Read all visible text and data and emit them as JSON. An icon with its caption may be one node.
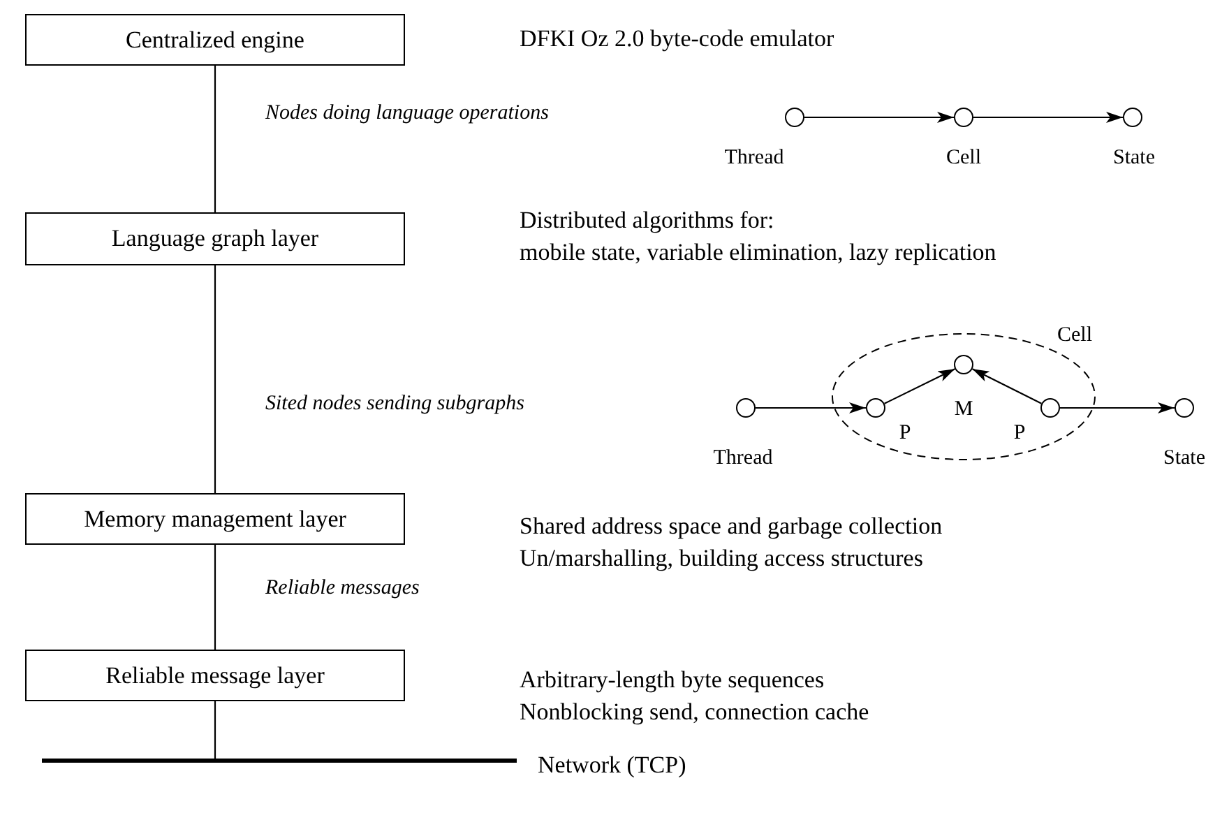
{
  "diagram": {
    "nodes": [
      {
        "text": [
          "Centralized engine"
        ]
      },
      {
        "text": [
          "Language graph layer"
        ]
      },
      {
        "text": [
          "Memory management layer"
        ],
        "beside": [
          "Shared address space and garbage collection",
          "Un/marshalling, building access structures"
        ]
      },
      {
        "text": [
          "Reliable message layer"
        ],
        "beside": [
          "Arbitrary-length byte sequences",
          "Nonblocking send, connection cache"
        ]
      },
      {
        "text": [],
        "shape": "bar",
        "beside": [
          "Network (TCP)"
        ]
      },
      {
        "text": [],
        "shape": "circle",
        "beside": [
          "Thread"
        ]
      },
      {
        "text": [],
        "shape": "circle",
        "beside": [
          "Cell"
        ]
      },
      {
        "text": [],
        "shape": "circle",
        "beside": [
          "State"
        ]
      },
      {
        "text": [
          "Cell"
        ]
      },
      {
        "text": [],
        "shape": "circle",
        "beside": [
          "Thread"
        ]
      },
      {
        "text": [],
        "shape": "circle",
        "beside": [
          "P"
        ],
        "in": 8
      },
      {
        "text": [],
        "shape": "circle",
        "beside": [
          "M"
        ],
        "in": 8
      },
      {
        "text": [],
        "shape": "circle",
        "beside": [
          "P"
        ],
        "in": 8
      },
      {
        "text": [],
        "shape": "circle",
        "beside": [
          "State"
        ]
      }
    ],
    "edges": [
      {
        "from": 0,
        "to": 1,
        "arrow": "none",
        "label": "Nodes doing language operations"
      },
      {
        "from": 1,
        "to": 2,
        "arrow": "none",
        "label": "Sited nodes sending subgraphs"
      },
      {
        "from": 2,
        "to": 3,
        "arrow": "none",
        "label": "Reliable messages"
      },
      {
        "from": 3,
        "to": 4,
        "arrow": "none"
      },
      {
        "from": 5,
        "to": 6,
        "arrow": "to"
      },
      {
        "from": 6,
        "to": 7,
        "arrow": "to"
      },
      {
        "from": 9,
        "to": 10,
        "arrow": "to"
      },
      {
        "from": 10,
        "to": 11,
        "arrow": "to"
      },
      {
        "from": 12,
        "to": 11,
        "arrow": "to"
      },
      {
        "from": 12,
        "to": 13,
        "arrow": "to"
      }
    ],
    "labels": [
      "DFKI Oz 2.0 byte-code emulator",
      "Distributed algorithms for:",
      "mobile state, variable elimination, lazy replication"
    ]
  }
}
